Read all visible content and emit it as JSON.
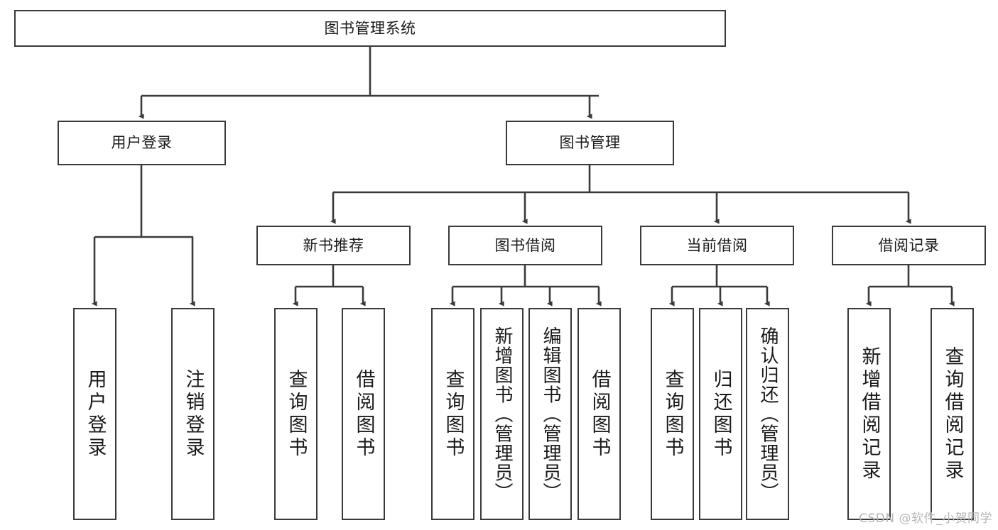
{
  "diagram": {
    "type": "hierarchy-tree",
    "title": "图书管理系统",
    "tier1": {
      "label": "图书管理系统"
    },
    "tier2": [
      {
        "label": "用户登录"
      },
      {
        "label": "图书管理"
      }
    ],
    "tier3": [
      {
        "label": "新书推荐"
      },
      {
        "label": "图书借阅"
      },
      {
        "label": "当前借阅"
      },
      {
        "label": "借阅记录"
      }
    ],
    "leaves": [
      {
        "label": "用户登录"
      },
      {
        "label": "注销登录"
      },
      {
        "label": "查询图书"
      },
      {
        "label": "借阅图书"
      },
      {
        "label": "查询图书"
      },
      {
        "label": "新增图书（管理员）"
      },
      {
        "label": "编辑图书（管理员）"
      },
      {
        "label": "借阅图书"
      },
      {
        "label": "查询图书"
      },
      {
        "label": "归还图书"
      },
      {
        "label": "确认归还（管理员）"
      },
      {
        "label": "新增借阅记录"
      },
      {
        "label": "查询借阅记录"
      }
    ],
    "edges_description": [
      "图书管理系统 → 用户登录",
      "图书管理系统 → 图书管理",
      "用户登录 → 用户登录, 注销登录",
      "图书管理 → 新书推荐, 图书借阅, 当前借阅, 借阅记录",
      "新书推荐 → 查询图书, 借阅图书",
      "图书借阅 → 查询图书, 新增图书（管理员）, 编辑图书（管理员）, 借阅图书",
      "当前借阅 → 查询图书, 归还图书, 确认归还（管理员）",
      "借阅记录 → 新增借阅记录, 查询借阅记录"
    ],
    "colors": {
      "border": "#3a3a3a",
      "background": "#ffffff",
      "text": "#1a1a1a",
      "watermark": "#b6b6b6"
    }
  },
  "watermark": {
    "text": "CSDN @软件_小贺同学"
  }
}
